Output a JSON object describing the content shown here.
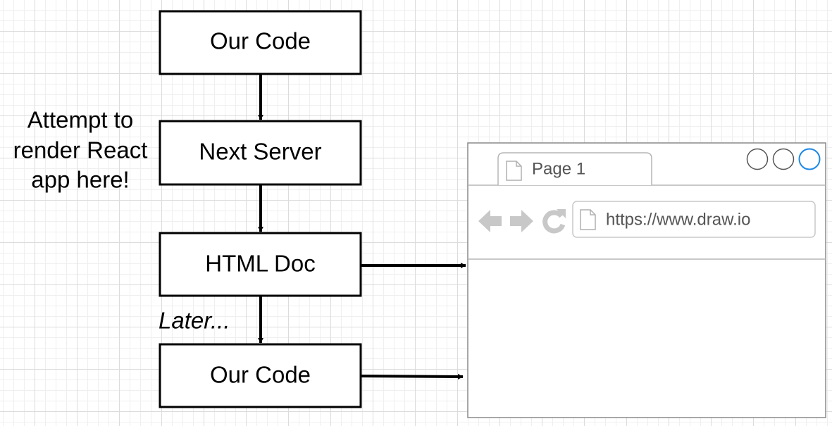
{
  "flow": {
    "box1_label": "Our Code",
    "box2_label": "Next Server",
    "box3_label": "HTML Doc",
    "box4_label": "Our Code",
    "side_note_lines": [
      "Attempt to",
      "render React",
      "app here!"
    ],
    "later_label": "Later..."
  },
  "browser": {
    "tab_label": "Page 1",
    "url": "https://www.draw.io",
    "accent_color": "#1e88e5",
    "icon_color": "#c8c8c8"
  }
}
